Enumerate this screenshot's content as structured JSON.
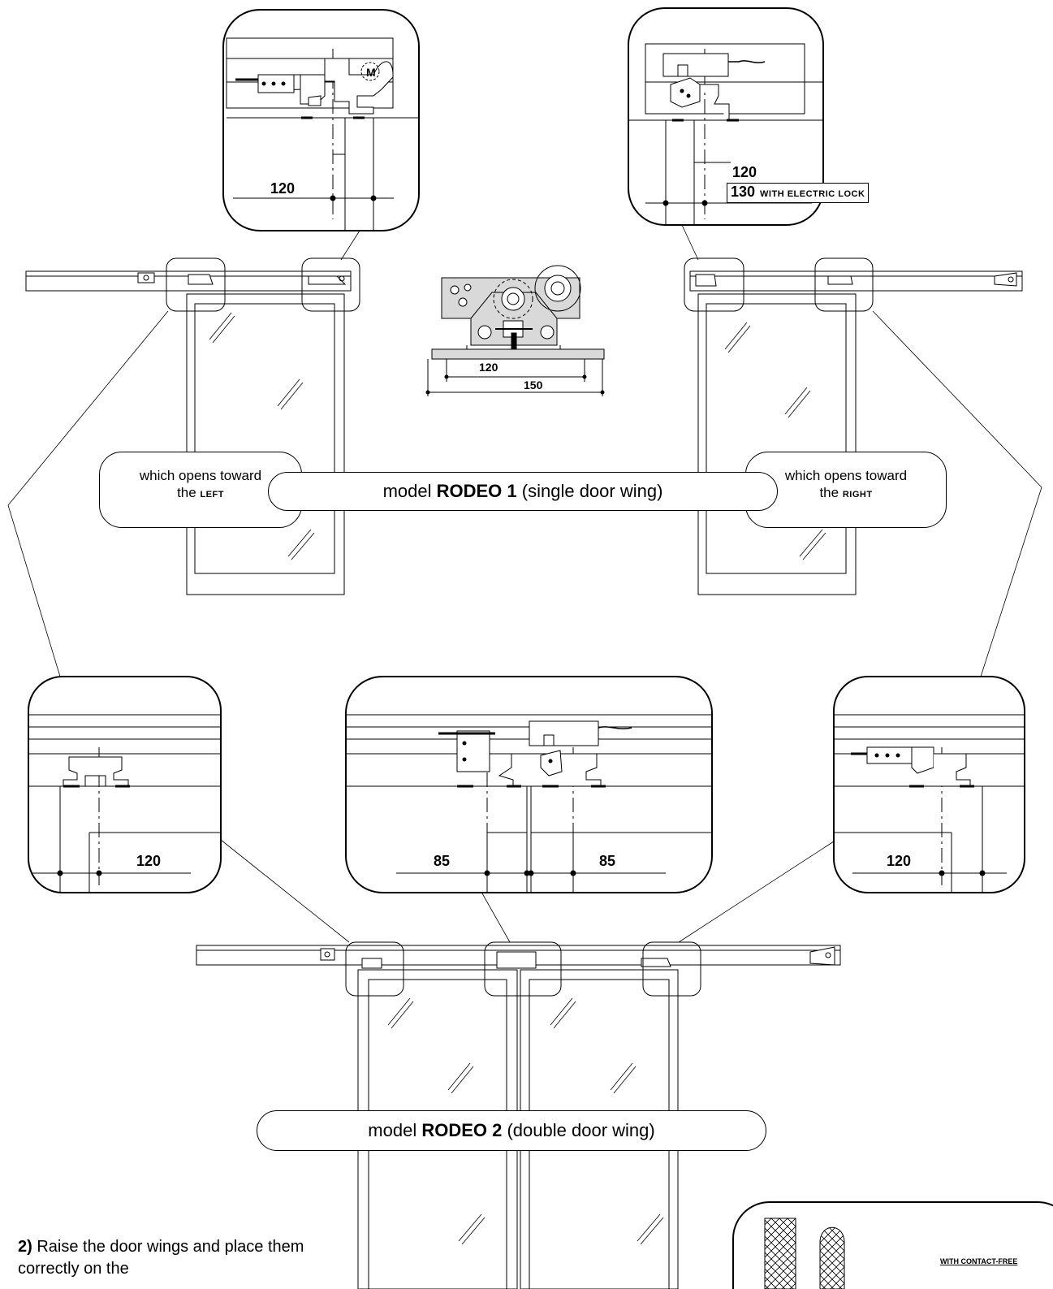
{
  "single": {
    "label_prefix": "model",
    "model": "RODEO 1",
    "label_suffix": "(single door wing)",
    "left_note": "which opens toward",
    "left_the": "the",
    "left_dir": "LEFT",
    "right_note": "which opens toward",
    "right_the": "the",
    "right_dir": "RIGHT"
  },
  "double": {
    "label_prefix": "model",
    "model": "RODEO 2",
    "label_suffix": "(double door wing)"
  },
  "dimensions": {
    "top_left": "120",
    "top_right_a": "120",
    "top_right_b": "130",
    "top_right_b_note": "WITH ELECTRIC LOCK",
    "carriage_inner": "120",
    "carriage_outer": "150",
    "bottom_left": "120",
    "bottom_mid_left": "85",
    "bottom_mid_right": "85",
    "bottom_right": "120",
    "motor_mark": "M"
  },
  "step": {
    "number": "2)",
    "text": "Raise the door wings and place them correctly on the"
  },
  "inset_note": "WITH CONTACT-FREE"
}
